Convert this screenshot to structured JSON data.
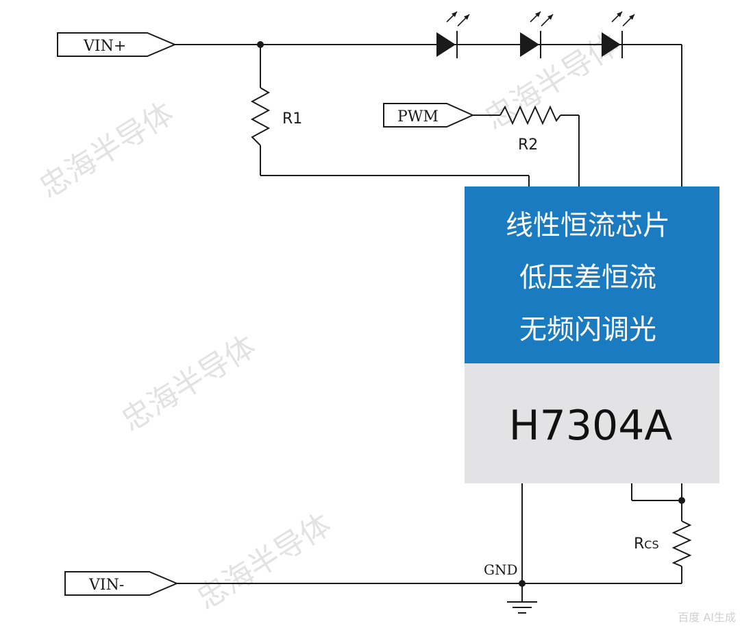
{
  "ports": {
    "vin_plus": "VIN+",
    "vin_minus": "VIN-",
    "pwm": "PWM"
  },
  "components": {
    "r1": "R1",
    "r2": "R2",
    "rcs_main": "R",
    "rcs_sub": "CS",
    "gnd": "GND"
  },
  "chip": {
    "line1": "线性恒流芯片",
    "line2": "低压差恒流",
    "line3": "无频闪调光",
    "part_number": "H7304A",
    "top_color": "#1a7bc0",
    "bottom_color": "#e3e2e4"
  },
  "watermark": "忠海半导体",
  "corner_mark": "百度 AI生成"
}
